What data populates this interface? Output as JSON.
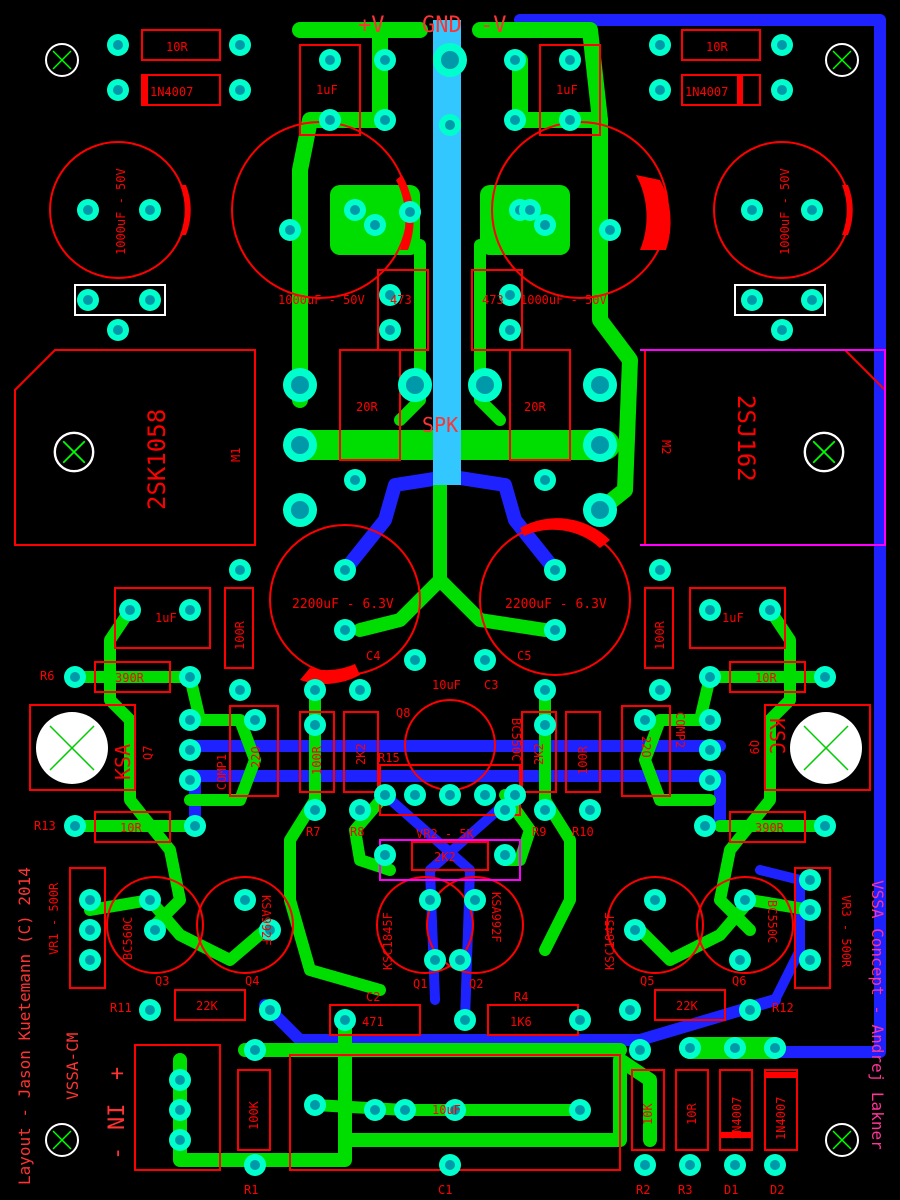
{
  "colors": {
    "background": "#000000",
    "top_copper": "#00dd00",
    "bottom_copper": "#1e22ff",
    "speaker_trace": "#33c7ff",
    "silkscreen": "#ff0000",
    "outline_alt": "#ff00ff",
    "pad": "#0099aa",
    "pad_ring": "#00ffcc",
    "mounting_x": "#00ff00",
    "label_magenta": "#ff3399"
  },
  "rail_labels": {
    "vplus": "+V",
    "gnd": "GND",
    "vminus": "-V",
    "spk": "SPK"
  },
  "credits": {
    "layout": "Layout - Jason Kuetemann  (C) 2014",
    "concept": "VSSA Concept - Andrej Lakner",
    "board": "VSSA-CM",
    "input_plus": "+",
    "input_nl": "NI",
    "input_minus": "-"
  },
  "components": [
    {
      "id": "r_10r_tl",
      "value": "10R"
    },
    {
      "id": "d_1n4007_tl",
      "value": "1N4007"
    },
    {
      "id": "r_10r_tr",
      "value": "10R"
    },
    {
      "id": "d_1n4007_tr",
      "value": "1N4007"
    },
    {
      "id": "c_1uf_tl",
      "value": "1uF"
    },
    {
      "id": "c_1uf_tr",
      "value": "1uF"
    },
    {
      "id": "cap_1000_far_l",
      "value": "1000uF - 50V"
    },
    {
      "id": "cap_1000_far_r",
      "value": "1000uF - 50V"
    },
    {
      "id": "cap_1000_l",
      "value": "1000uF - 50V"
    },
    {
      "id": "cap_1000_r",
      "value": "1000uF - 50V"
    },
    {
      "id": "c_473_l",
      "value": "473"
    },
    {
      "id": "c_473_r",
      "value": "473"
    },
    {
      "id": "r_20r_l",
      "value": "20R"
    },
    {
      "id": "r_20r_r",
      "value": "20R"
    },
    {
      "id": "mosfet_m1",
      "value": "2SK1058"
    },
    {
      "id": "mosfet_m1_ref",
      "value": "M1"
    },
    {
      "id": "mosfet_m2",
      "value": "2SJ162"
    },
    {
      "id": "mosfet_m2_ref",
      "value": "M2"
    },
    {
      "id": "cap_2200_l",
      "value": "2200uF - 6.3V"
    },
    {
      "id": "cap_2200_r",
      "value": "2200uF - 6.3V"
    },
    {
      "id": "c4_ref",
      "value": "C4"
    },
    {
      "id": "c5_ref",
      "value": "C5"
    },
    {
      "id": "c3_val",
      "value": "10uF"
    },
    {
      "id": "c3_ref",
      "value": "C3"
    },
    {
      "id": "c_1uf_ml",
      "value": "1uF"
    },
    {
      "id": "c_1uf_mr",
      "value": "1uF"
    },
    {
      "id": "r_100r_ml",
      "value": "100R"
    },
    {
      "id": "r_100r_mr",
      "value": "100R"
    },
    {
      "id": "r6_ref",
      "value": "R6"
    },
    {
      "id": "r6_val",
      "value": "390R"
    },
    {
      "id": "r_10r_mr",
      "value": "10R"
    },
    {
      "id": "q7_type",
      "value": "KSA"
    },
    {
      "id": "q7_ref",
      "value": "Q7"
    },
    {
      "id": "q9_type",
      "value": "KSC"
    },
    {
      "id": "q9_ref",
      "value": "Q9"
    },
    {
      "id": "comp1",
      "value": "COMP1"
    },
    {
      "id": "comp1_val",
      "value": "22O"
    },
    {
      "id": "comp2",
      "value": "COMP2"
    },
    {
      "id": "comp2_val",
      "value": "22O"
    },
    {
      "id": "r_100r_l2",
      "value": "100R"
    },
    {
      "id": "r_2k2_l",
      "value": "2K2"
    },
    {
      "id": "r_2k2_r",
      "value": "2K2"
    },
    {
      "id": "r_100r_r2",
      "value": "100R"
    },
    {
      "id": "r15",
      "value": "R15"
    },
    {
      "id": "q8_ref",
      "value": "Q8"
    },
    {
      "id": "q8_type",
      "value": "BC550C"
    },
    {
      "id": "r13_ref",
      "value": "R13"
    },
    {
      "id": "r13_val",
      "value": "10R"
    },
    {
      "id": "r_390r_r",
      "value": "390R"
    },
    {
      "id": "r7",
      "value": "R7"
    },
    {
      "id": "r8",
      "value": "R8"
    },
    {
      "id": "r9",
      "value": "R9"
    },
    {
      "id": "r10",
      "value": "R10"
    },
    {
      "id": "vr2",
      "value": "VR2 - 5K"
    },
    {
      "id": "r_2k2_m",
      "value": "2K2"
    },
    {
      "id": "vr1",
      "value": "VR1 - 500R"
    },
    {
      "id": "q3_type",
      "value": "BC560C"
    },
    {
      "id": "q4_type",
      "value": "KSA992F"
    },
    {
      "id": "q1_type",
      "value": "KSC1845F"
    },
    {
      "id": "q2_type",
      "value": "KSA992F"
    },
    {
      "id": "q5_type",
      "value": "KSC1845F"
    },
    {
      "id": "q6_type",
      "value": "BC550C"
    },
    {
      "id": "vr3",
      "value": "VR3 - 500R"
    },
    {
      "id": "q3_ref",
      "value": "Q3"
    },
    {
      "id": "q4_ref",
      "value": "Q4"
    },
    {
      "id": "q1_ref",
      "value": "Q1"
    },
    {
      "id": "q2_ref",
      "value": "Q2"
    },
    {
      "id": "q5_ref",
      "value": "Q5"
    },
    {
      "id": "q6_ref",
      "value": "Q6"
    },
    {
      "id": "r11",
      "value": "R11"
    },
    {
      "id": "r12",
      "value": "R12"
    },
    {
      "id": "r_22k_l",
      "value": "22K"
    },
    {
      "id": "r_22k_r",
      "value": "22K"
    },
    {
      "id": "c2_ref",
      "value": "C2"
    },
    {
      "id": "c2_val",
      "value": "471"
    },
    {
      "id": "r4_ref",
      "value": "R4"
    },
    {
      "id": "r4_val",
      "value": "1K6"
    },
    {
      "id": "r1_val",
      "value": "100K"
    },
    {
      "id": "c1_val",
      "value": "10uF"
    },
    {
      "id": "r2_val",
      "value": "10K"
    },
    {
      "id": "r3_val",
      "value": "10R"
    },
    {
      "id": "d1_val",
      "value": "1N4007"
    },
    {
      "id": "d2_val",
      "value": "1N4007"
    },
    {
      "id": "r1_ref",
      "value": "R1"
    },
    {
      "id": "c1_ref",
      "value": "C1"
    },
    {
      "id": "r2_ref",
      "value": "R2"
    },
    {
      "id": "r3_ref",
      "value": "R3"
    },
    {
      "id": "d1_ref",
      "value": "D1"
    },
    {
      "id": "d2_ref",
      "value": "D2"
    }
  ]
}
